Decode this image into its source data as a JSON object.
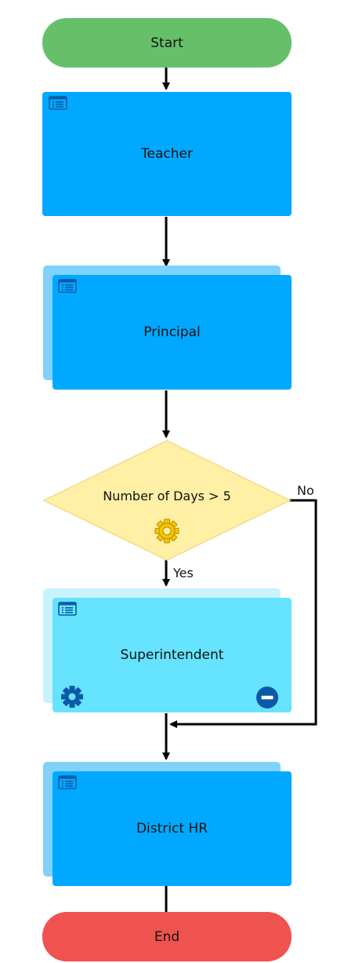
{
  "colors": {
    "start_fill": "#66c06a",
    "end_fill": "#ef5350",
    "task_fill": "#00a9ff",
    "task_shadow_fill": "#7fd2fb",
    "light_task_fill": "#66e3ff",
    "light_task_shadow_fill": "#c8f3fd",
    "decision_fill": "#fff0a6",
    "decision_stroke": "#f0dc8a",
    "connector": "#000000",
    "icon_dark": "#0b5aa8"
  },
  "flow": {
    "start_label": "Start",
    "teacher_label": "Teacher",
    "principal_label": "Principal",
    "decision_label": "Number of Days > 5",
    "decision_icon": "gear-icon",
    "yes_label": "Yes",
    "no_label": "No",
    "superintendent_label": "Superintendent",
    "superintendent_left_icon": "gear-icon",
    "superintendent_right_icon": "minus-circle-icon",
    "district_hr_label": "District HR",
    "end_label": "End"
  }
}
